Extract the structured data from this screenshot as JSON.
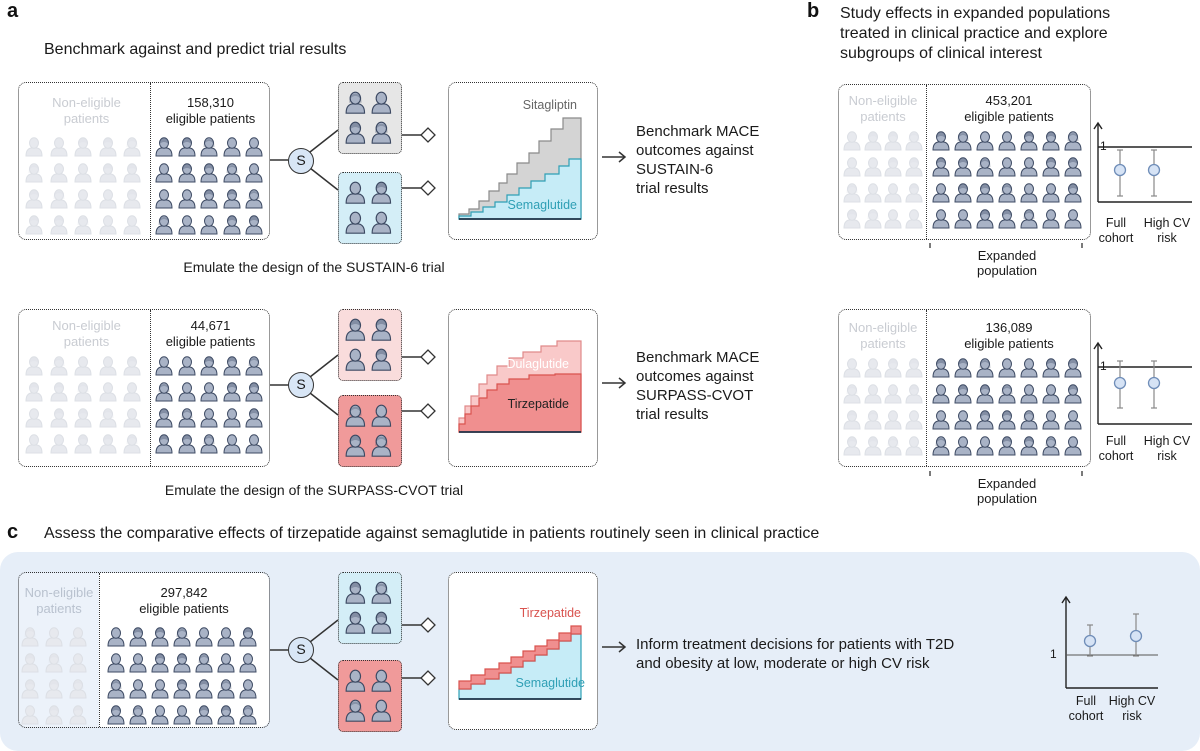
{
  "panel_a": {
    "letter": "a",
    "heading": "Benchmark against and predict trial results",
    "row1": {
      "non_eligible": [
        "Non-eligible",
        "patients"
      ],
      "eligible_count": "158,310",
      "eligible_label": "eligible patients",
      "stratify": "S",
      "series_top": "Sitagliptin",
      "series_bottom": "Semaglutide",
      "outcome": [
        "Benchmark MACE",
        "outcomes against",
        "SUSTAIN-6",
        "trial results"
      ],
      "caption": "Emulate the design of the SUSTAIN-6 trial"
    },
    "row2": {
      "non_eligible": [
        "Non-eligible",
        "patients"
      ],
      "eligible_count": "44,671",
      "eligible_label": "eligible patients",
      "stratify": "S",
      "series_top": "Dulaglutide",
      "series_bottom": "Tirzepatide",
      "outcome": [
        "Benchmark MACE",
        "outcomes against",
        "SURPASS-CVOT",
        "trial results"
      ],
      "caption": "Emulate the design of the SURPASS-CVOT trial"
    }
  },
  "panel_b": {
    "letter": "b",
    "heading": [
      "Study effects in expanded populations",
      "treated in clinical practice and explore",
      "subgroups of clinical interest"
    ],
    "row1": {
      "non_eligible": [
        "Non-eligible",
        "patients"
      ],
      "eligible_count": "453,201",
      "eligible_label": "eligible patients",
      "expanded": [
        "Expanded",
        "population"
      ],
      "forest": {
        "ref": "1",
        "cat1": [
          "Full",
          "cohort"
        ],
        "cat2": [
          "High CV",
          "risk"
        ]
      }
    },
    "row2": {
      "non_eligible": [
        "Non-eligible",
        "patients"
      ],
      "eligible_count": "136,089",
      "eligible_label": "eligible patients",
      "expanded": [
        "Expanded",
        "population"
      ],
      "forest": {
        "ref": "1",
        "cat1": [
          "Full",
          "cohort"
        ],
        "cat2": [
          "High CV",
          "risk"
        ]
      }
    }
  },
  "panel_c": {
    "letter": "c",
    "heading": "Assess the comparative effects of tirzepatide against semaglutide in patients routinely seen in clinical practice",
    "non_eligible": [
      "Non-eligible",
      "patients"
    ],
    "eligible_count": "297,842",
    "eligible_label": "eligible patients",
    "stratify": "S",
    "series_top": "Tirzepatide",
    "series_bottom": "Semaglutide",
    "outcome": [
      "Inform treatment decisions for patients with T2D",
      "and obesity at low, moderate or high CV risk"
    ],
    "forest": {
      "ref": "1",
      "cat1": [
        "Full",
        "cohort"
      ],
      "cat2": [
        "High CV",
        "risk"
      ]
    }
  },
  "colors": {
    "person_fill": "#a9b3c6",
    "person_stroke": "#3d4a63",
    "person_faded": "#e7e9ee",
    "gray_arm": "#e6e6e6",
    "blue_arm": "#d4eef7",
    "pink_arm": "#f9dcdc",
    "red_arm": "#f09a9a",
    "semaglutide": "#c6ecf7",
    "semaglutide_line": "#2f9fb5",
    "sitagliptin": "#d4d4d4",
    "dulaglutide": "#f9c9c9",
    "tirzepatide": "#f08f8f",
    "tirzepatide_line": "#d9534f",
    "panel_c_bg": "#e6eef8",
    "point_fill": "#d6e3f5",
    "point_stroke": "#6f8db8"
  }
}
